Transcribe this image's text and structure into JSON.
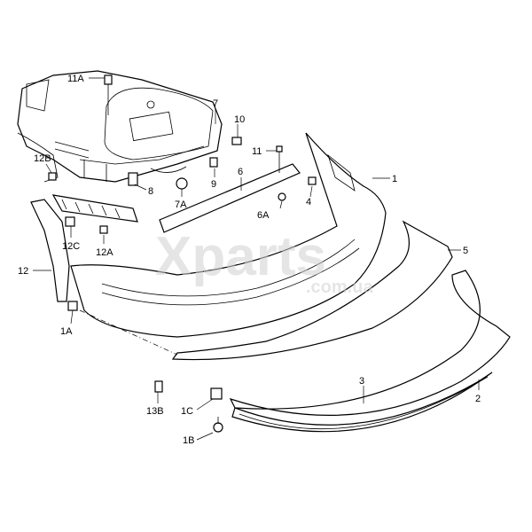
{
  "diagram": {
    "watermark": {
      "brand": "Xparts",
      "domain": ".com.ua"
    },
    "labels": {
      "l11A": "11A",
      "l7": "7",
      "l10": "10",
      "l11": "11",
      "l12B": "12B",
      "l6": "6",
      "l1": "1",
      "l8": "8",
      "l9": "9",
      "l7A": "7A",
      "l6A": "6A",
      "l4": "4",
      "l12C": "12C",
      "l12A": "12A",
      "l12": "12",
      "l5": "5",
      "l1A": "1A",
      "l3": "3",
      "l13B": "13B",
      "l1C": "1C",
      "l2": "2",
      "l1B": "1B"
    }
  }
}
